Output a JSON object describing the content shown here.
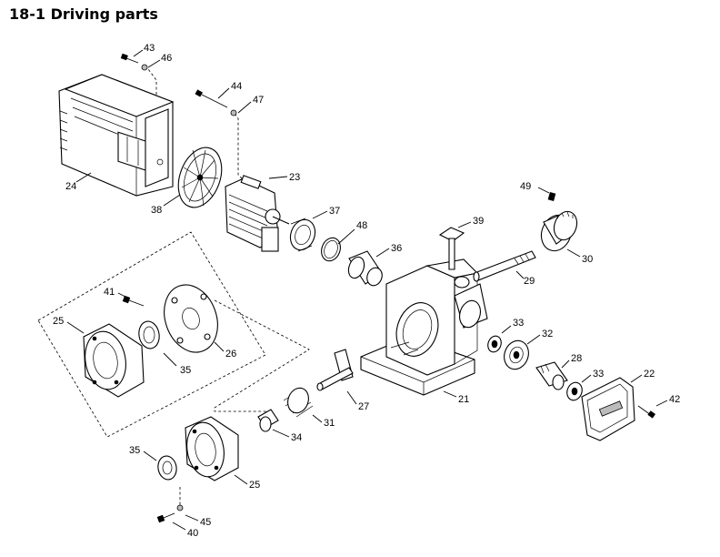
{
  "title": "18-1 Driving parts",
  "callouts": [
    {
      "id": "c43",
      "label": "43"
    },
    {
      "id": "c46",
      "label": "46"
    },
    {
      "id": "c44",
      "label": "44"
    },
    {
      "id": "c47",
      "label": "47"
    },
    {
      "id": "c24",
      "label": "24"
    },
    {
      "id": "c23",
      "label": "23"
    },
    {
      "id": "c38",
      "label": "38"
    },
    {
      "id": "c37",
      "label": "37"
    },
    {
      "id": "c48",
      "label": "48"
    },
    {
      "id": "c36",
      "label": "36"
    },
    {
      "id": "c39",
      "label": "39"
    },
    {
      "id": "c49",
      "label": "49"
    },
    {
      "id": "c30",
      "label": "30"
    },
    {
      "id": "c29",
      "label": "29"
    },
    {
      "id": "c41",
      "label": "41"
    },
    {
      "id": "c25a",
      "label": "25"
    },
    {
      "id": "c26",
      "label": "26"
    },
    {
      "id": "c35a",
      "label": "35"
    },
    {
      "id": "c33a",
      "label": "33"
    },
    {
      "id": "c32",
      "label": "32"
    },
    {
      "id": "c28",
      "label": "28"
    },
    {
      "id": "c33b",
      "label": "33"
    },
    {
      "id": "c22",
      "label": "22"
    },
    {
      "id": "c42",
      "label": "42"
    },
    {
      "id": "c27",
      "label": "27"
    },
    {
      "id": "c21",
      "label": "21"
    },
    {
      "id": "c31",
      "label": "31"
    },
    {
      "id": "c34",
      "label": "34"
    },
    {
      "id": "c35b",
      "label": "35"
    },
    {
      "id": "c25b",
      "label": "25"
    },
    {
      "id": "c45",
      "label": "45"
    },
    {
      "id": "c40",
      "label": "40"
    }
  ]
}
